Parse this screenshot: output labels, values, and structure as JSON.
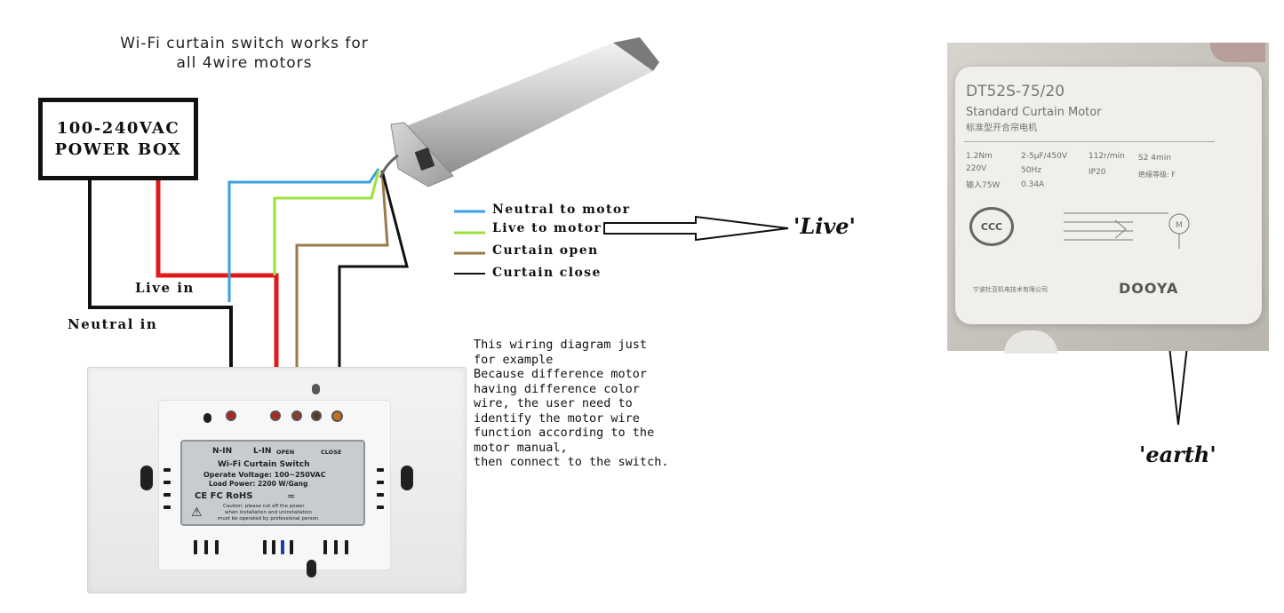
{
  "title": {
    "line1": "Wi-Fi curtain switch works for",
    "line2": "all 4wire motors"
  },
  "power_box": {
    "line1": "100-240VAC",
    "line2": "POWER BOX"
  },
  "wire_labels": {
    "live_in": "Live in",
    "neutral_in": "Neutral in"
  },
  "legend": [
    {
      "label": "Neutral to motor",
      "color": "#3aa0e0"
    },
    {
      "label": "Live to motor",
      "color": "#99e23c"
    },
    {
      "label": "Curtain open",
      "color": "#9a7a48"
    },
    {
      "label": "Curtain close",
      "color": "#111111"
    }
  ],
  "callouts": {
    "live": "'Live'",
    "earth": "'earth'"
  },
  "note_lines": [
    "This wiring diagram just",
    "for example",
    "Because difference motor",
    "having difference color",
    "wire, the user need to",
    "identify the motor wire",
    "function according to the",
    "motor manual,",
    "then connect to the switch."
  ],
  "switch": {
    "terminals": {
      "n_in": "N-IN",
      "l_in": "L-IN",
      "open": "OPEN",
      "close": "CLOSE"
    },
    "label_title": "Wi-Fi  Curtain Switch",
    "operate_voltage": "Operate Voltage: 100~250VAC",
    "load_power": "Load Power: 2200 W/Gang",
    "certifications": "CE FC RoHS",
    "caution_line1": "Caution: please cut off the power",
    "caution_line2": "when installation and uninstallation",
    "caution_line3": "must be operated by professional person"
  },
  "motor_label": {
    "model": "DT52S-75/20",
    "name": "Standard Curtain Motor",
    "name_cn": "标准型开合帘电机",
    "spec_row1": [
      "1.2Nm",
      "2-5μF/450V",
      "112r/min",
      "S2 4min"
    ],
    "spec_row2": [
      "220V",
      "50Hz",
      "IP20",
      "绝缘等级: F"
    ],
    "spec_row3": [
      "输入75W",
      "0.34A"
    ],
    "cert": "CCC",
    "brand": "DOOYA",
    "maker_cn": "宁波杜亚机电技术有限公司"
  },
  "colors": {
    "live_wire": "#e01b1b",
    "neutral_wire": "#111111",
    "neutral_to_motor": "#3aa0e0",
    "live_to_motor": "#99e23c",
    "curtain_open": "#9a7a48",
    "curtain_close": "#111111"
  }
}
